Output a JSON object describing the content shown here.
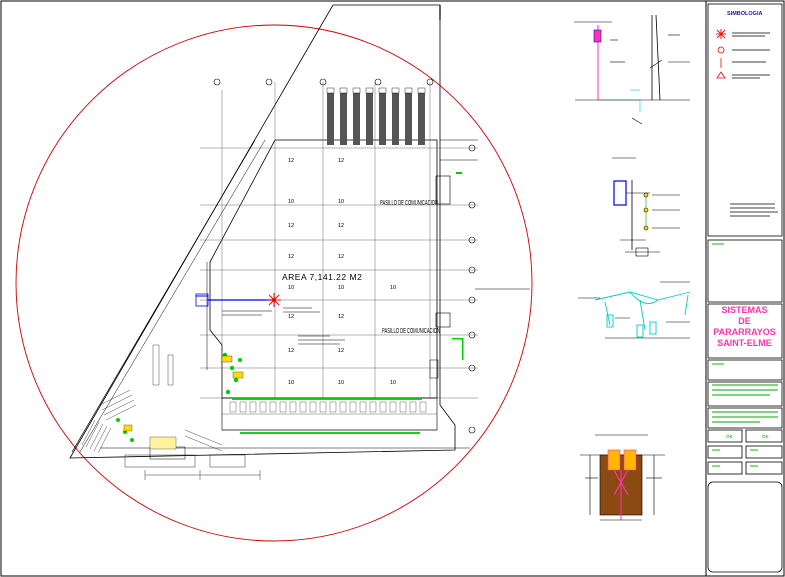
{
  "title_block": {
    "legend_heading": "SIMBOLOGIA",
    "system_title": [
      "SISTEMAS",
      "DE",
      "PARARRAYOS",
      "SAINT-ELME"
    ],
    "box_ok_1": "OK",
    "box_ok_2": "OK"
  },
  "plan": {
    "area_label": "AREA 7,141.22 M2",
    "corridor_label_1": "PASILLO DE COMUNICACION",
    "corridor_label_2": "PASILLO DE COMUNICACION"
  },
  "colors": {
    "circle": "#cc0000",
    "linework": "#000000",
    "accent_blue": "#0000ee",
    "accent_green": "#00bb00",
    "accent_magenta": "#ff33aa",
    "accent_cyan": "#00cccc"
  }
}
